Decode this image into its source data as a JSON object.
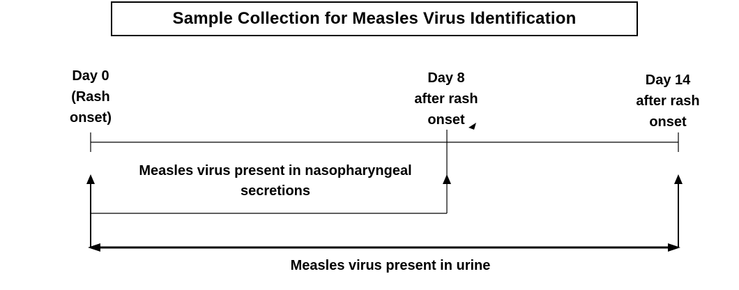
{
  "title": "Sample Collection for Measles Virus Identification",
  "days": {
    "day0": [
      "Day 0",
      "(Rash",
      "onset)"
    ],
    "day8": [
      "Day 8",
      "after rash",
      "onset"
    ],
    "day14": [
      "Day 14",
      "after rash",
      "onset"
    ]
  },
  "regions": {
    "nasopharyngeal": "Measles virus present in nasopharyngeal secretions",
    "urine": "Measles virus present in urine"
  },
  "colors": {
    "line": "#000000",
    "background": "#ffffff"
  }
}
